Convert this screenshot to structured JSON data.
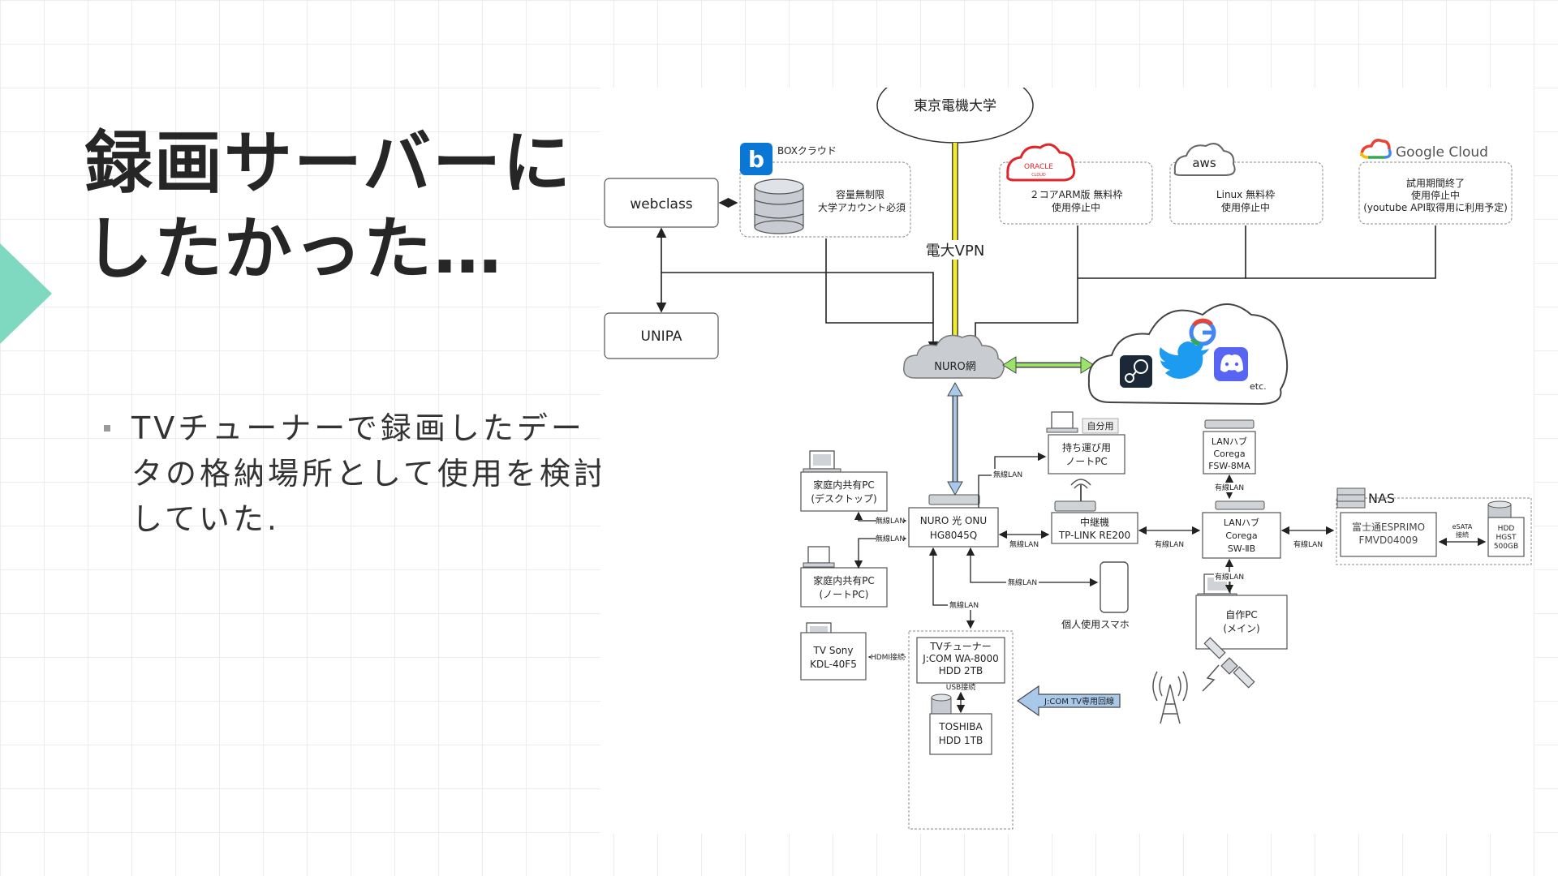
{
  "slide": {
    "title": "録画サーバーに\nしたかった…",
    "bullets": [
      "TVチューナーで録画したデータの格納場所として使用を検討していた."
    ],
    "accent_color": "#7ed9c0"
  },
  "diagram": {
    "university": "東京電機大学",
    "vpn": "電大VPN",
    "webclass": "webclass",
    "unipa": "UNIPA",
    "box_title": "BOXクラウド",
    "box_desc_1": "容量無制限",
    "box_desc_2": "大学アカウント必須",
    "box_logo": "b",
    "oracle_logo": "ORACLE",
    "oracle_sub": "CLOUD",
    "oracle_desc_1": "２コアARM版 無料枠",
    "oracle_desc_2": "使用停止中",
    "aws_logo": "aws",
    "aws_desc_1": "Linux 無料枠",
    "aws_desc_2": "使用停止中",
    "gcloud_title": "Google Cloud",
    "gcloud_desc_1": "試用期間終了",
    "gcloud_desc_2": "使用停止中",
    "gcloud_desc_3": "(youtube API取得用に利用予定)",
    "nuro_net": "NURO網",
    "internet_etc": "etc.",
    "self_use": "自分用",
    "laptop_carry_1": "持ち運び用",
    "laptop_carry_2": "ノートPC",
    "lan_hub1_1": "LANハブ",
    "lan_hub1_2": "Corega",
    "lan_hub1_3": "FSW-8MA",
    "family_desktop_1": "家庭内共有PC",
    "family_desktop_2": "(デスクトップ)",
    "family_laptop_1": "家庭内共有PC",
    "family_laptop_2": "(ノートPC)",
    "onu_1": "NURO 光 ONU",
    "onu_2": "HG8045Q",
    "relay_1": "中継機",
    "relay_2": "TP-LINK RE200",
    "lan_hub2_1": "LANハブ",
    "lan_hub2_2": "Corega",
    "lan_hub2_3": "SW-ⅡB",
    "nas_label": "NAS",
    "nas_1": "富士通ESPRIMO",
    "nas_2": "FMVD04009",
    "esata_1": "eSATA",
    "esata_2": "接続",
    "hdd_hgst_1": "HDD",
    "hdd_hgst_2": "HGST",
    "hdd_hgst_3": "500GB",
    "wireless_lan": "無線LAN",
    "wired_lan": "有線LAN",
    "smartphone": "個人使用スマホ",
    "custom_pc_1": "自作PC",
    "custom_pc_2": "(メイン)",
    "tv_1": "TV Sony",
    "tv_2": "KDL-40F5",
    "hdmi": "HDMI接続",
    "tuner_1": "TVチューナー",
    "tuner_2": "J:COM WA-8000",
    "tuner_3": "HDD 2TB",
    "usb": "USB接続",
    "toshiba_1": "TOSHIBA",
    "toshiba_2": "HDD 1TB",
    "jcom_line": "J:COM TV専用回線",
    "colors": {
      "vpn_line": "#f2ec2a",
      "internet_link": "#9be36a",
      "onu_link": "#a9c9ea",
      "box_blue": "#0a77d5",
      "oracle_red": "#e0262a",
      "discord": "#5865f2",
      "twitter": "#1d9bf0"
    }
  }
}
